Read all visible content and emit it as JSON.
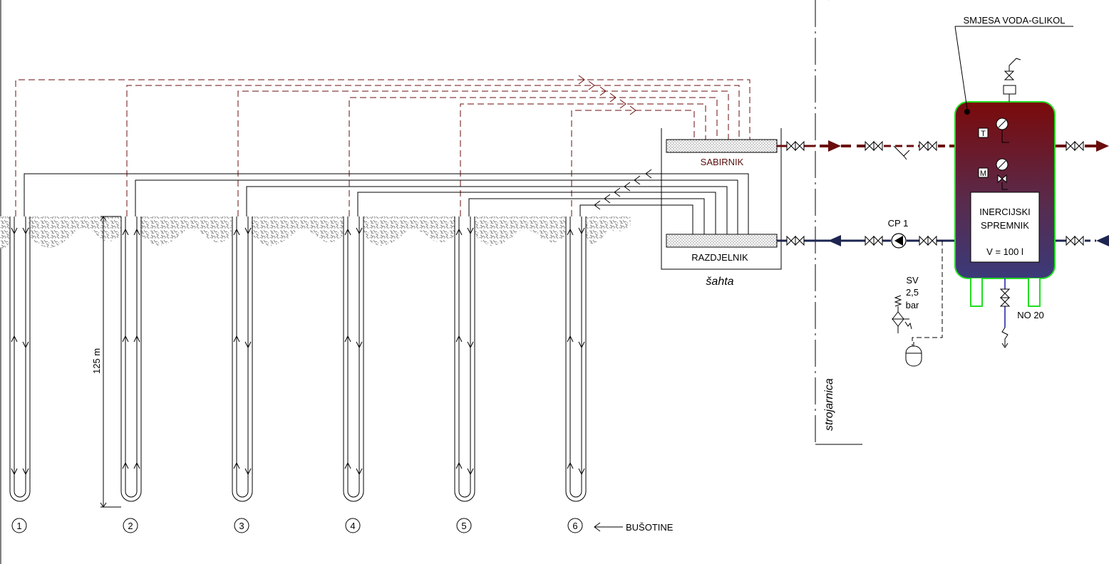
{
  "labels": {
    "mixture": "SMJESA VODA-GLIKOL",
    "collector": "SABIRNIK",
    "distributor": "RAZDJELNIK",
    "shaft": "šahta",
    "machine_room": "strojarnica",
    "pump": "CP 1",
    "safety_valve_line1": "SV",
    "safety_valve_line2": "2,5",
    "safety_valve_line3": "bar",
    "tank_line1": "INERCIJSKI",
    "tank_line2": "SPREMNIK",
    "tank_volume": "V = 100 l",
    "drain": "NO 20",
    "thermometer": "T",
    "manometer": "M",
    "depth": "125 m",
    "boreholes": "BUŠOTINE"
  },
  "boreholes": [
    "1",
    "2",
    "3",
    "4",
    "5",
    "6"
  ],
  "colors": {
    "supply": "#6b0d0d",
    "return": "#1e2550",
    "tank_top": "#7a0a0a",
    "tank_bottom": "#3a3a7a",
    "tank_outline": "#22dd22",
    "drain_pipe": "#1a1aa0"
  }
}
